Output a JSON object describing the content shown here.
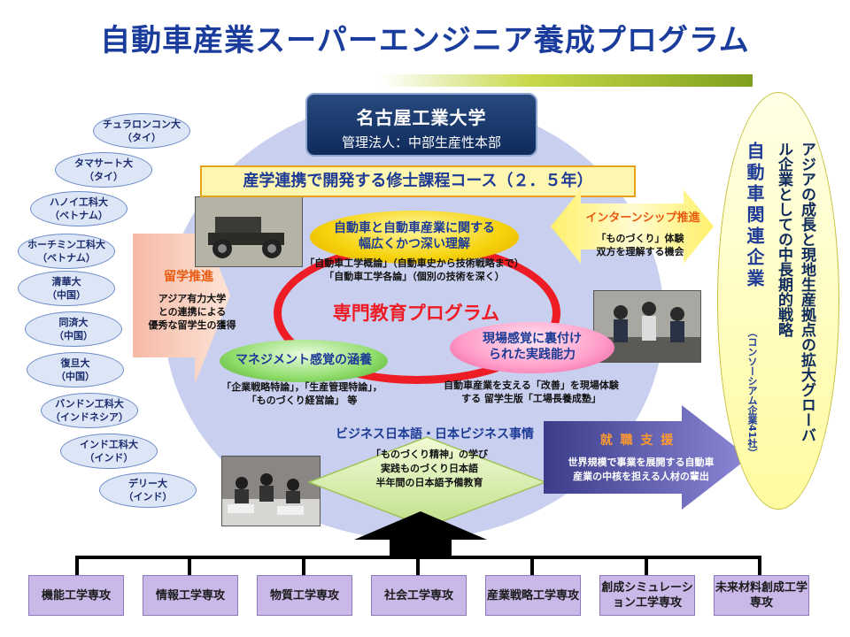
{
  "title": "自動車産業スーパーエンジニア養成プログラム",
  "partner_universities": [
    {
      "name": "チュラロンコン大",
      "country": "（タイ）"
    },
    {
      "name": "タマサート大",
      "country": "（タイ）"
    },
    {
      "name": "ハノイ工科大",
      "country": "（ベトナム）"
    },
    {
      "name": "ホーチミン工科大",
      "country": "（ベトナム）"
    },
    {
      "name": "清華大",
      "country": "（中国）"
    },
    {
      "name": "同済大",
      "country": "（中国）"
    },
    {
      "name": "復旦大",
      "country": "（中国）"
    },
    {
      "name": "バンドン工科大",
      "country": "（インドネシア）"
    },
    {
      "name": "インド工科大",
      "country": "（インド）"
    },
    {
      "name": "デリー大",
      "country": "（インド）"
    }
  ],
  "nit": {
    "name": "名古屋工業大学",
    "sub": "管理法人：中部生産性本部"
  },
  "course_banner": "産学連携で開発する修士課程コース（２．５年）",
  "center_label": "専門教育プログラム",
  "auto_oval": {
    "line1": "自動車と自動車産業に関する",
    "line2": "幅広くかつ深い理解"
  },
  "auto_notes": [
    "「自動車工学概論」（自動車史から技術戦略まで）",
    "「自動車工学各論」（個別の技術を深く）"
  ],
  "mgmt_oval": "マネジメント感覚の涵養",
  "mgmt_notes": [
    "「企業戦略特論」，「生産管理特論」，",
    "「ものづくり経営論」 等"
  ],
  "field_oval": {
    "line1": "現場感覚に裏付け",
    "line2": "られた実践能力"
  },
  "field_notes": [
    "自動車産業を支える「改善」を現場体験",
    "する 留学生版「工場長養成塾」"
  ],
  "study_abroad": {
    "title": "留学推進",
    "lines": [
      "アジア有力大学",
      "との連携による",
      "優秀な留学生の獲得"
    ]
  },
  "internship": {
    "title": "インターンシップ推進",
    "lines": [
      "「ものづくり」体験",
      "双方を理解する機会"
    ]
  },
  "business": {
    "title": "ビジネス日本語・日本ビジネス事情",
    "lines": [
      "「ものづくり精神」の学び",
      "実践ものづくり日本語",
      "半年間の日本語予備教育"
    ]
  },
  "job_support": {
    "title": "就 職 支 援",
    "lines": [
      "世界規模で事業を展開する自動車",
      "産業の中核を担える人材の輩出"
    ]
  },
  "corp": {
    "title": "自動車関連企業",
    "sub": "（コンソーシアム企業41社）"
  },
  "strategy": "アジアの成長と現地生産拠点の拡大グローバル企業としての中長期的戦略",
  "departments": [
    "機能工学専攻",
    "情報工学専攻",
    "物質工学専攻",
    "社会工学専攻",
    "産業戦略工学専攻",
    "創成シミュレーション工学専攻",
    "未来材料創成工学専攻"
  ],
  "colors": {
    "title": "#1a3c9c",
    "accent_red": "#ee1c25",
    "orange": "#e85a10",
    "dept_fill": "#c9b8e8"
  },
  "icons": [
    "car-photo",
    "lab-photo",
    "classroom-photo"
  ]
}
